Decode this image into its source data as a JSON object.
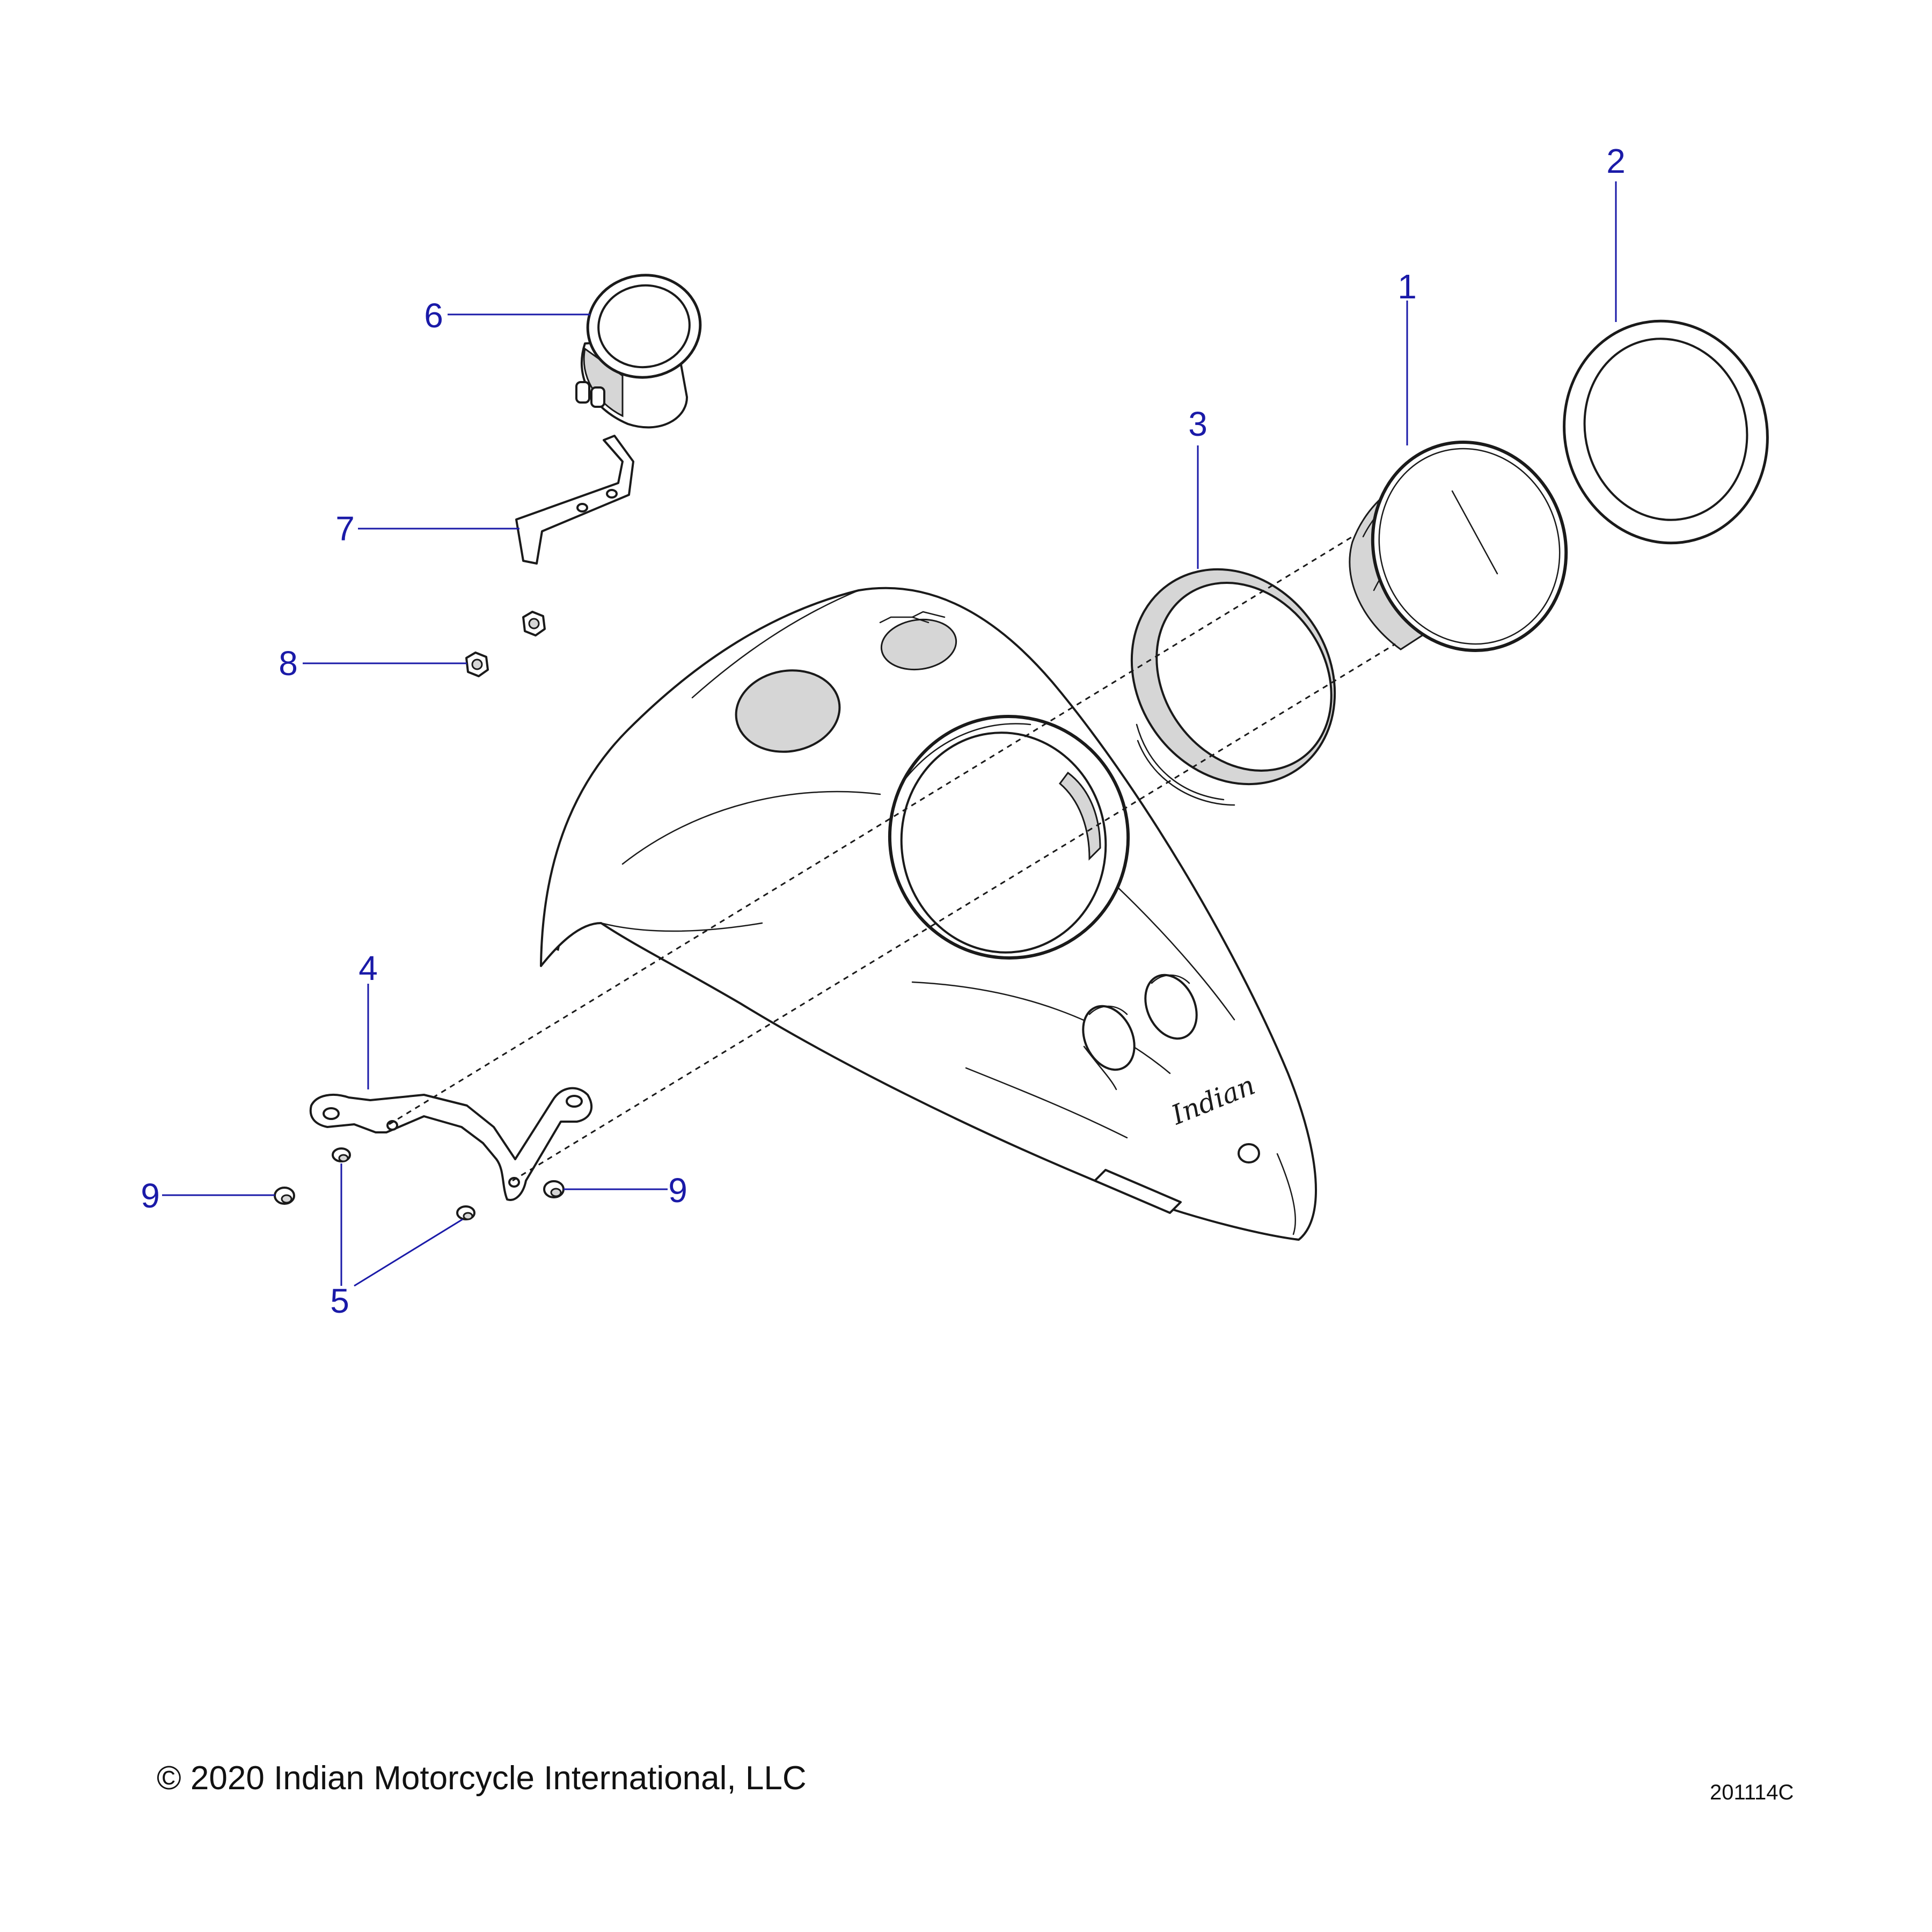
{
  "callouts": [
    {
      "id": "1",
      "label": "1"
    },
    {
      "id": "2",
      "label": "2"
    },
    {
      "id": "3",
      "label": "3"
    },
    {
      "id": "4",
      "label": "4"
    },
    {
      "id": "5",
      "label": "5"
    },
    {
      "id": "6",
      "label": "6"
    },
    {
      "id": "7",
      "label": "7"
    },
    {
      "id": "8",
      "label": "8"
    },
    {
      "id": "9a",
      "label": "9"
    },
    {
      "id": "9b",
      "label": "9"
    }
  ],
  "logo_text": "Indian",
  "footer": {
    "copyright": "© 2020 Indian Motorcycle International, LLC",
    "drawing_number": "201114C"
  },
  "colors": {
    "callout": "#1a1aa8",
    "line": "#1a1a1a",
    "background": "#ffffff"
  }
}
